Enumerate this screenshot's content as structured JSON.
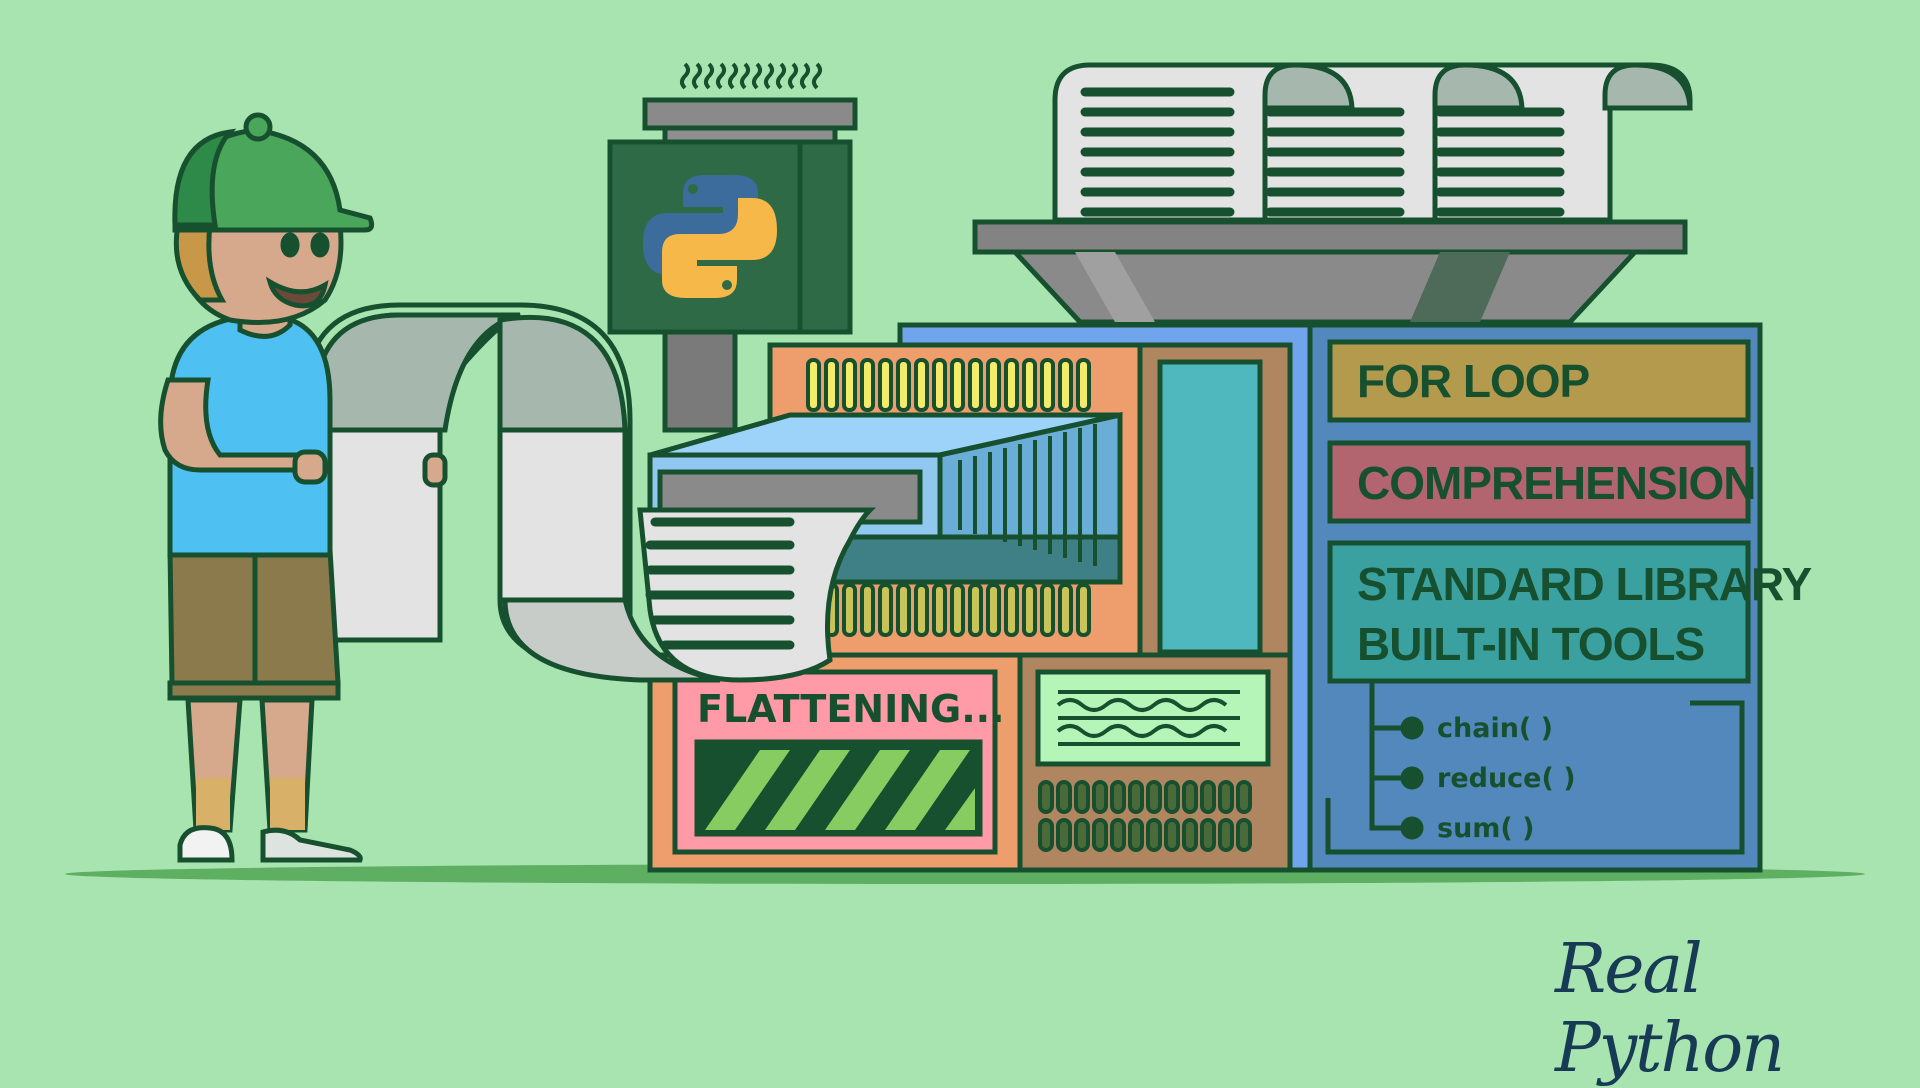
{
  "scene": {
    "title": "Flattening a list of lists in Python",
    "background_color": "#a8e4b0",
    "outline_color": "#17502f"
  },
  "machine": {
    "panels": [
      {
        "label": "FOR LOOP",
        "color": "#b49a4c"
      },
      {
        "label": "COMPREHENSION",
        "color": "#b2656f"
      },
      {
        "label_line1": "STANDARD LIBRARY",
        "label_line2": "BUILT-IN TOOLS",
        "color": "#3aa0a0"
      }
    ],
    "functions": [
      "chain( )",
      "reduce( )",
      "sum( )"
    ],
    "status_label": "FLATTENING...",
    "chimney_icon": "python-logo",
    "steam_icon": "steam-squiggles"
  },
  "logo": {
    "text": "Real Python",
    "color": "#173a55"
  }
}
